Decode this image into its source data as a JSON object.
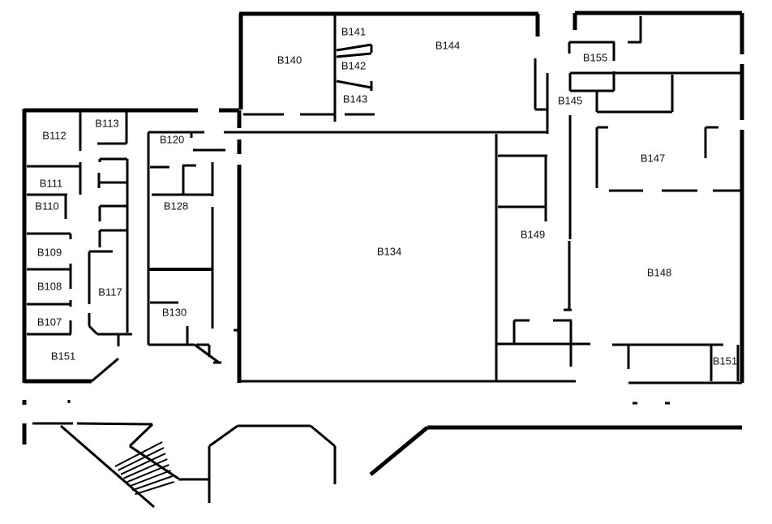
{
  "title": "Floor plan",
  "rooms": [
    {
      "label": "B140"
    },
    {
      "label": "B141"
    },
    {
      "label": "B142"
    },
    {
      "label": "B143"
    },
    {
      "label": "B144"
    },
    {
      "label": "B155"
    },
    {
      "label": "B145"
    },
    {
      "label": "B112"
    },
    {
      "label": "B113"
    },
    {
      "label": "B120"
    },
    {
      "label": "B111"
    },
    {
      "label": "B110"
    },
    {
      "label": "B128"
    },
    {
      "label": "B109"
    },
    {
      "label": "B108"
    },
    {
      "label": "B117"
    },
    {
      "label": "B107"
    },
    {
      "label": "B130"
    },
    {
      "label": "B151"
    },
    {
      "label": "B134"
    },
    {
      "label": "B149"
    },
    {
      "label": "B147"
    },
    {
      "label": "B148"
    },
    {
      "label": "B151"
    }
  ],
  "colors": {
    "wall": "#000000",
    "background": "#ffffff"
  }
}
